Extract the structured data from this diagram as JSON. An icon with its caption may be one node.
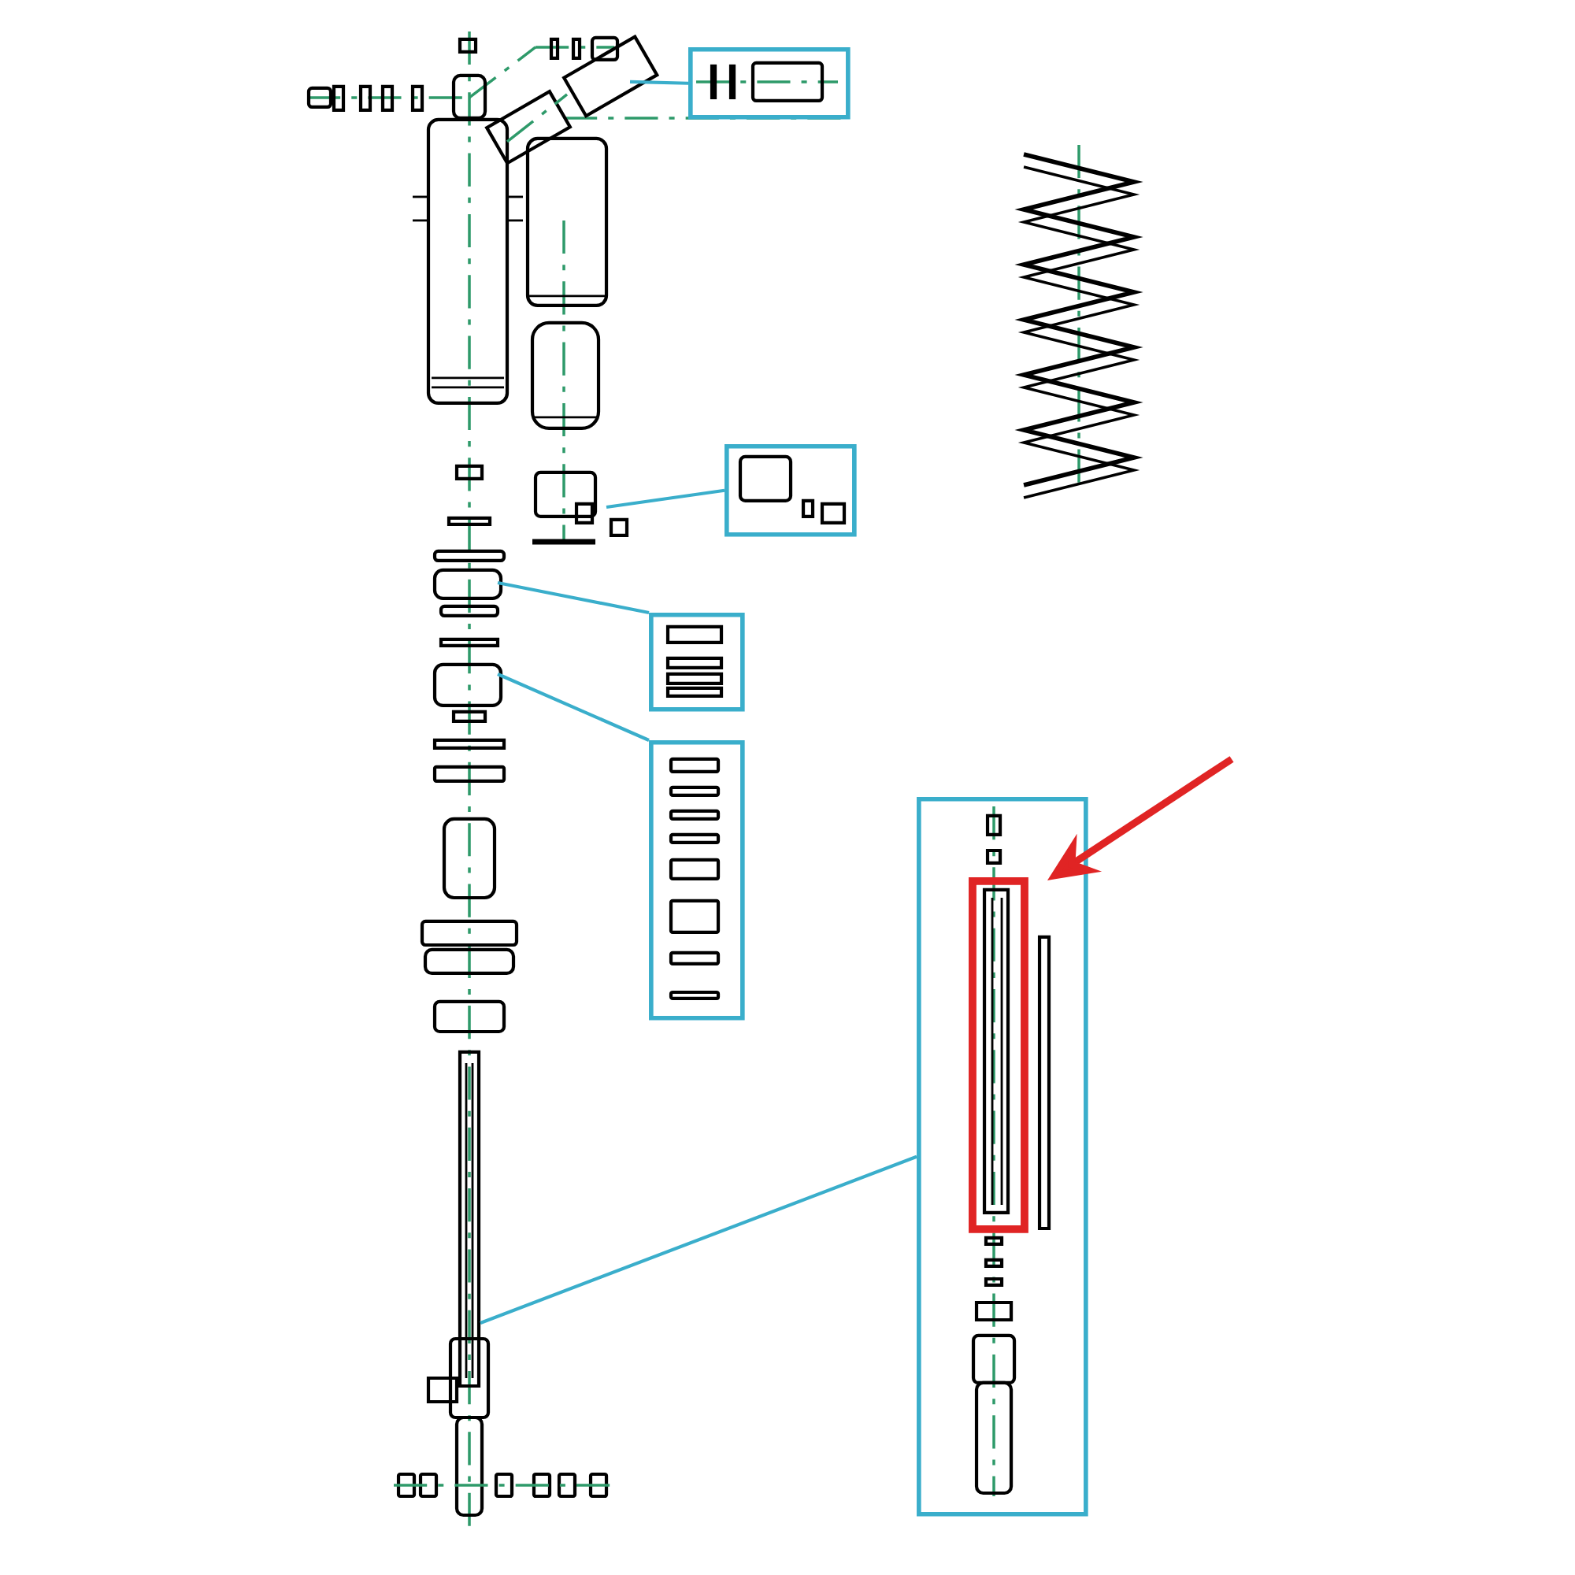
{
  "diagram": {
    "nodes": [
      {
        "text": [],
        "shape": "box"
      },
      {
        "text": [],
        "shape": "box"
      },
      {
        "text": [],
        "shape": "box"
      },
      {
        "text": [],
        "shape": "box"
      },
      {
        "text": [],
        "shape": "box"
      },
      {
        "text": [],
        "shape": "box",
        "in": 4
      }
    ],
    "edges": [
      {
        "from": 0,
        "to": null,
        "arrow": "none"
      },
      {
        "from": 1,
        "to": null,
        "arrow": "none"
      },
      {
        "from": 2,
        "to": null,
        "arrow": "none"
      },
      {
        "from": 3,
        "to": null,
        "arrow": "none"
      },
      {
        "from": 4,
        "to": null,
        "arrow": "none"
      },
      {
        "from": null,
        "to": 5,
        "arrow": "to",
        "style": "thick",
        "color": "#e02424"
      }
    ]
  }
}
